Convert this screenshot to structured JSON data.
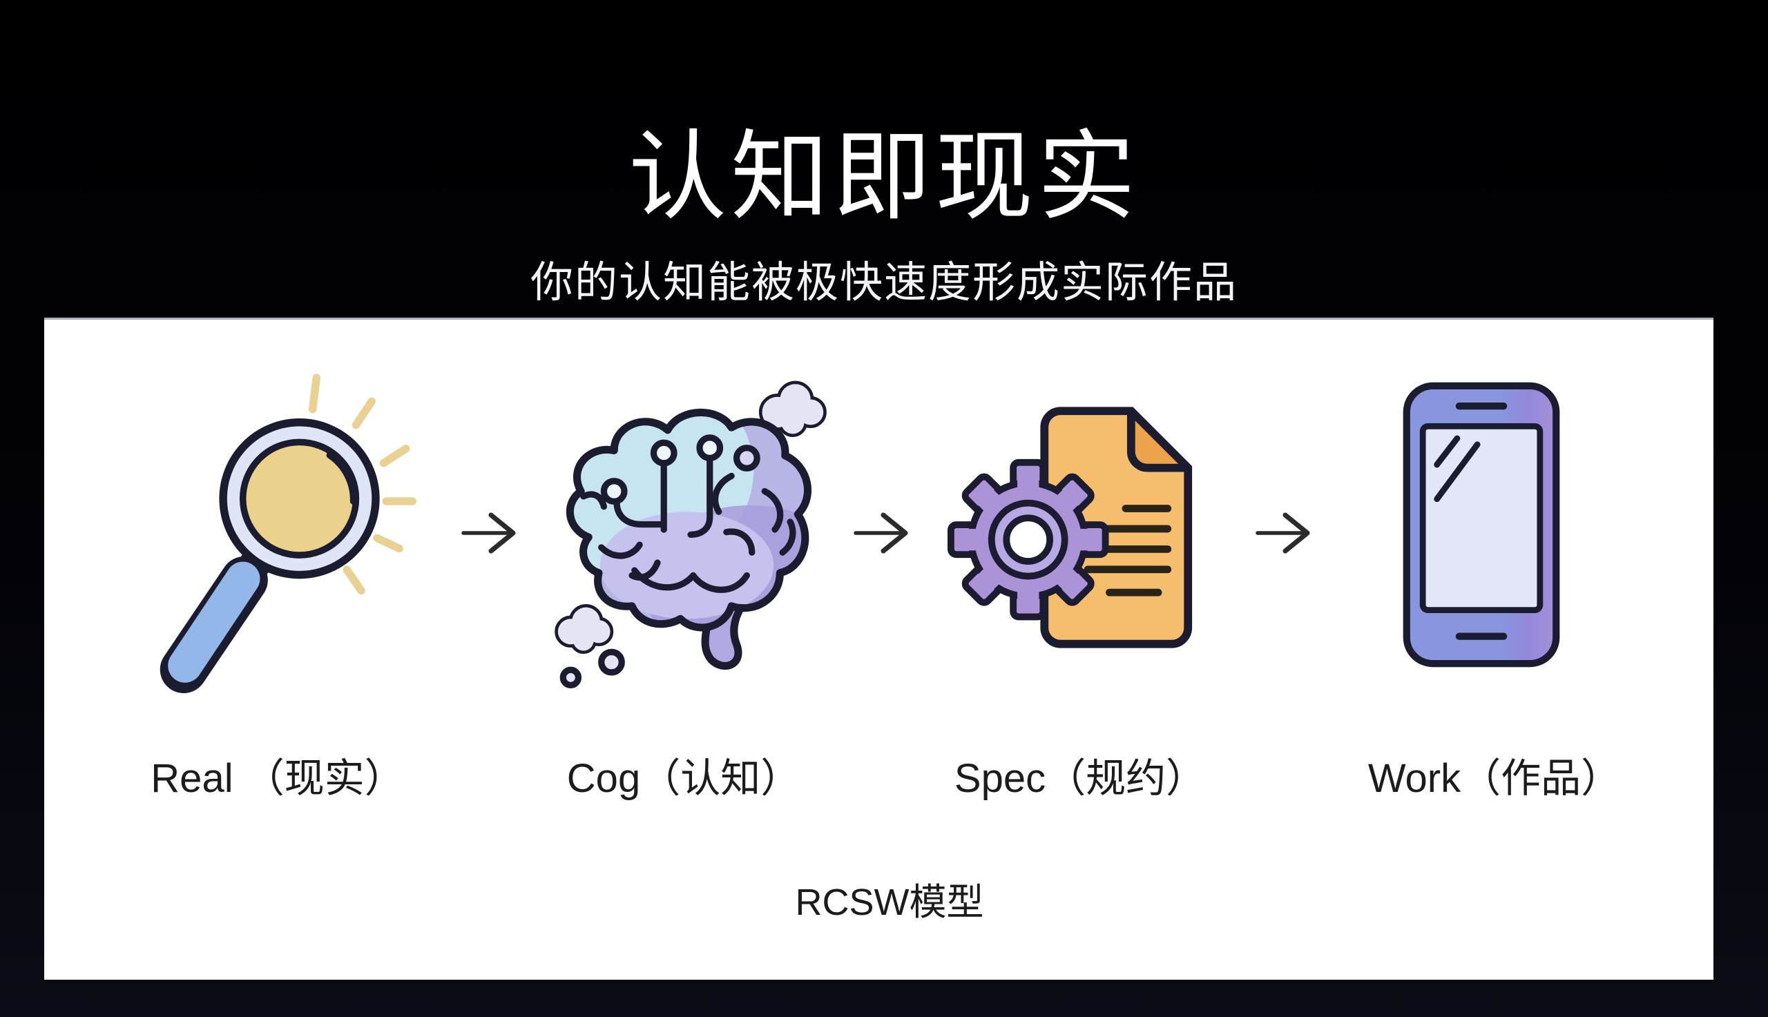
{
  "slide": {
    "title": "认知即现实",
    "subtitle": "你的认知能被极快速度形成实际作品",
    "footer": "RCSW模型"
  },
  "steps": [
    {
      "label": "Real （现实）",
      "icon": "magnifier-icon"
    },
    {
      "label": "Cog（认知）",
      "icon": "brain-icon"
    },
    {
      "label": "Spec（规约）",
      "icon": "gear-document-icon"
    },
    {
      "label": "Work（作品）",
      "icon": "smartphone-icon"
    }
  ],
  "flow": {
    "arrow_glyph": "→",
    "arrow_count": 3
  },
  "colors": {
    "background": "#000000",
    "panel": "#ffffff",
    "title_text": "#ffffff",
    "label_text": "#1c1c1c",
    "outline": "#1c1c30",
    "arrow": "#2b2b2b",
    "lens_glass": "#ead18c",
    "lens_rim": "#dfe5f4",
    "handle_blue": "#92b7e8",
    "sparkle_yellow": "#e8d192",
    "brain_blue": "#c7e4f1",
    "brain_lavender": "#b7b5e6",
    "brain_purple_shade": "#a79ddb",
    "cloud": "#e4e4f5",
    "gear_purple": "#ab93d8",
    "gear_ring": "#b7a9e4",
    "doc_orange": "#f6bd6c",
    "doc_fold": "#eda24c",
    "phone_blue": "#8896de",
    "phone_purple": "#a48fd9",
    "phone_screen": "#e2e6f7"
  }
}
